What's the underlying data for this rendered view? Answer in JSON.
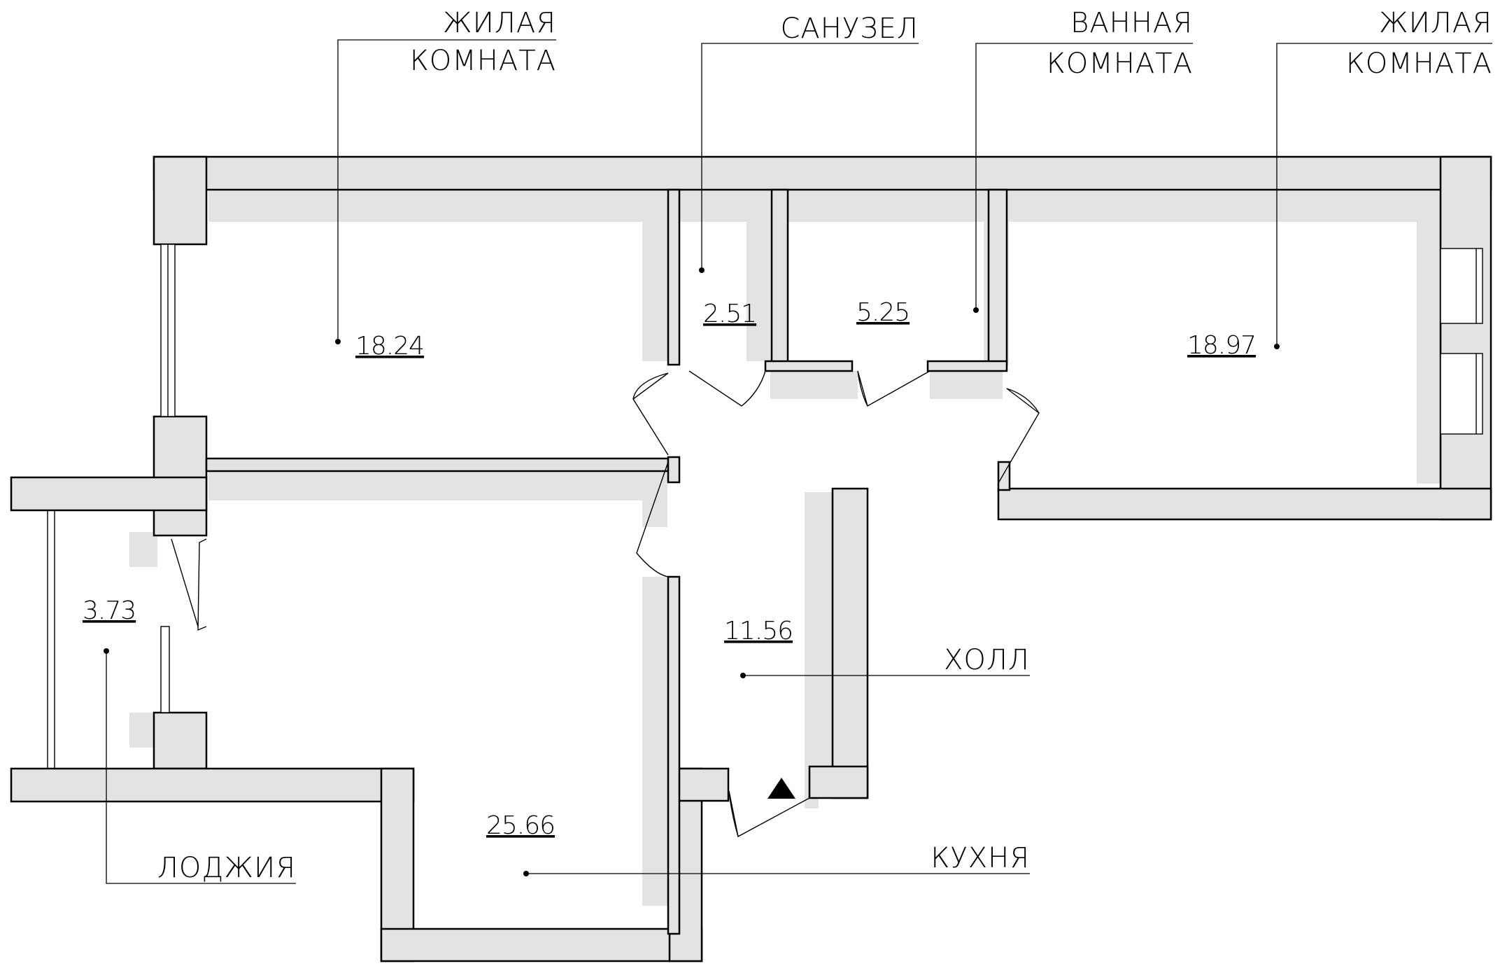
{
  "labels": {
    "living_room_left": [
      "ЖИЛАЯ",
      "КОМНАТА"
    ],
    "wc": [
      "САНУЗЕЛ"
    ],
    "bathroom": [
      "ВАННАЯ",
      "КОМНАТА"
    ],
    "living_room_right": [
      "ЖИЛАЯ",
      "КОМНАТА"
    ],
    "hall": [
      "ХОЛЛ"
    ],
    "kitchen": [
      "КУХНЯ"
    ],
    "loggia": [
      "ЛОДЖИЯ"
    ]
  },
  "areas": {
    "living_room_left": "18.24",
    "wc": "2.51",
    "bathroom": "5.25",
    "living_room_right": "18.97",
    "hall": "11.56",
    "kitchen": "25.66",
    "loggia": "3.73"
  },
  "colors": {
    "wall_fill": "#e3e3e3",
    "line": "#000000",
    "background": "#ffffff"
  },
  "icons": {
    "entrance_marker": "filled-triangle"
  }
}
